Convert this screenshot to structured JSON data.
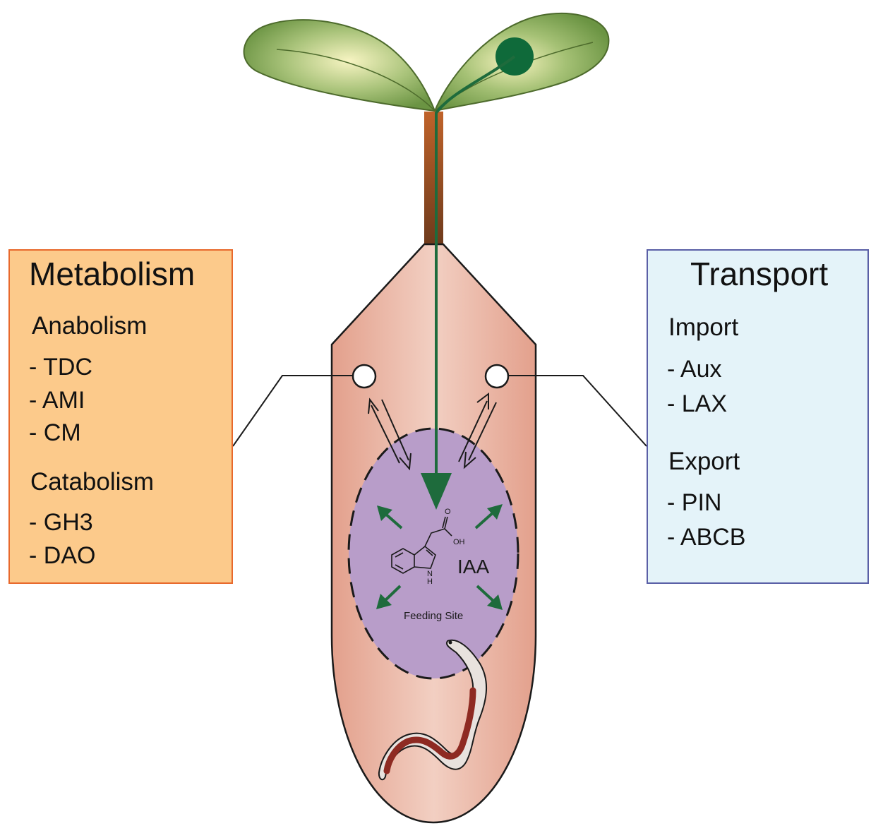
{
  "metabolism": {
    "title": "Metabolism",
    "anabolism": {
      "heading": "Anabolism",
      "items": [
        "- TDC",
        "- AMI",
        "- CM"
      ]
    },
    "catabolism": {
      "heading": "Catabolism",
      "items": [
        "- GH3",
        "- DAO"
      ]
    }
  },
  "transport": {
    "title": "Transport",
    "import": {
      "heading": "Import",
      "items": [
        "- Aux",
        "- LAX"
      ]
    },
    "export": {
      "heading": "Export",
      "items": [
        "- PIN",
        "- ABCB"
      ]
    }
  },
  "feeding_site": {
    "label": "Feeding Site",
    "molecule_label": "IAA",
    "atom_o": "O",
    "atom_oh": "OH",
    "atom_nh": "N",
    "atom_h": "H"
  },
  "colors": {
    "root_fill": "#efc3b4",
    "feeding_site_fill": "#b89dc9",
    "arrow_green": "#1e6b3c",
    "metabolism_fill": "#fcca8b",
    "metabolism_border": "#e8692c",
    "transport_fill": "#e4f3f9",
    "transport_border": "#5a5fa6",
    "leaf_green": "#7fa750",
    "stem_brown": "#8a4b22"
  }
}
